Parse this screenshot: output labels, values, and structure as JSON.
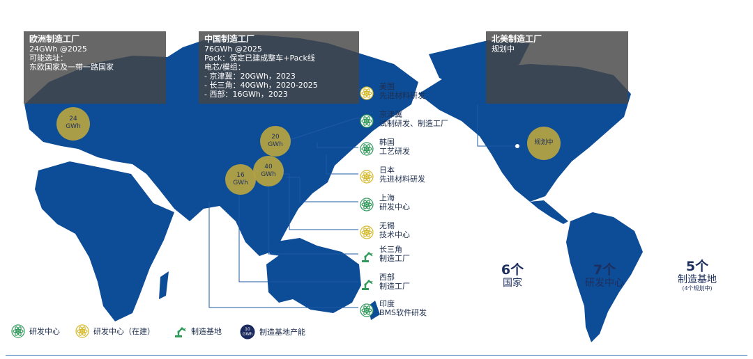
{
  "boxes": {
    "europe": {
      "title": "欧洲制造工厂",
      "lines": [
        "24GWh @2025",
        "可能选址：",
        "东欧国家及一带一路国家"
      ]
    },
    "china": {
      "title": "中国制造工厂",
      "lines": [
        "76GWh @2025",
        "Pack：保定已建成整车+Pack线",
        "电芯/模组：",
        "- 京津冀：20GWh，2023",
        "- 长三角：40GWh，2020-2025",
        "- 西部：16GWh，2023"
      ]
    },
    "north_america": {
      "title": "北美制造工厂",
      "lines": [
        "规划中"
      ]
    }
  },
  "bubbles": [
    {
      "line1": "24",
      "line2": "GWh"
    },
    {
      "line1": "20",
      "line2": "GWh"
    },
    {
      "line1": "40",
      "line2": "GWh"
    },
    {
      "line1": "16",
      "line2": "GWh"
    },
    {
      "line1": "规划中",
      "line2": ""
    }
  ],
  "locations": [
    {
      "icon": "atom-yellow",
      "line1": "美国",
      "line2": "先进材料研发"
    },
    {
      "icon": "atom-green",
      "line1": "京津冀",
      "line2": "试制研发、制造工厂"
    },
    {
      "icon": "atom-green",
      "line1": "韩国",
      "line2": "工艺研发"
    },
    {
      "icon": "atom-yellow",
      "line1": "日本",
      "line2": "先进材料研发"
    },
    {
      "icon": "atom-green",
      "line1": "上海",
      "line2": "研发中心"
    },
    {
      "icon": "atom-yellow",
      "line1": "无锡",
      "line2": "技术中心"
    },
    {
      "icon": "robot-arm",
      "line1": "长三角",
      "line2": "制造工厂"
    },
    {
      "icon": "robot-arm",
      "line1": "西部",
      "line2": "制造工厂"
    },
    {
      "icon": "atom-green",
      "line1": "印度",
      "line2": "BMS软件研发"
    }
  ],
  "stats": [
    {
      "value": "6个",
      "label": "国家",
      "sub": ""
    },
    {
      "value": "7个",
      "label": "研发中心",
      "sub": ""
    },
    {
      "value": "5个",
      "label": "制造基地",
      "sub": "(4个规划中)"
    }
  ],
  "legend": [
    {
      "icon": "atom-green",
      "label": "研发中心"
    },
    {
      "icon": "atom-yellow",
      "label": "研发中心（在建）"
    },
    {
      "icon": "robot-arm",
      "label": "制造基地"
    },
    {
      "icon": "capacity-circle",
      "label": "制造基地产能",
      "badge1": "10",
      "badge2": "GWh"
    }
  ],
  "colors": {
    "land": "#0d4c96",
    "bubble": "#b7a440",
    "atom_green": "#2f9a5a",
    "atom_yellow": "#d6b92c",
    "leader": "#1e5aa6",
    "stat_text": "#1d2f5e"
  }
}
